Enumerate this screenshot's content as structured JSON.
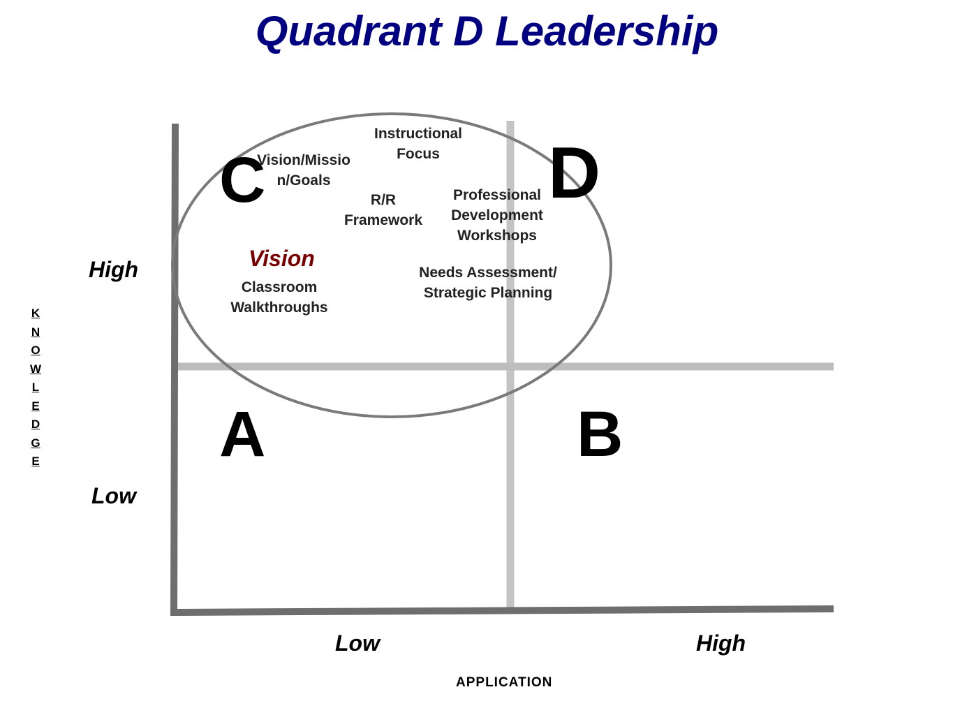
{
  "title": "Quadrant D Leadership",
  "quadrants": {
    "a": "A",
    "b": "B",
    "c": "C",
    "d": "D"
  },
  "y_axis": {
    "label_letters": "K\nN\nO\nW\nL\nE\nD\nG\nE",
    "high": "High",
    "low": "Low"
  },
  "x_axis": {
    "label": "APPLICATION",
    "low": "Low",
    "high": "High"
  },
  "ellipse_items": {
    "instructional_focus": "Instructional\nFocus",
    "vision_mission_goals": "Vision/Missio\nn/Goals",
    "rr_framework": "R/R\nFramework",
    "professional_development": "Professional\nDevelopment\nWorkshops",
    "vision": "Vision",
    "classroom_walkthroughs": "Classroom\nWalkthroughs",
    "needs_assessment": "Needs Assessment/\nStrategic Planning"
  },
  "colors": {
    "title": "#000080",
    "vision": "#7a0000",
    "axis_dark": "#6e6e6e",
    "axis_light": "#bdbdbd",
    "ellipse": "#7a7a7a"
  }
}
